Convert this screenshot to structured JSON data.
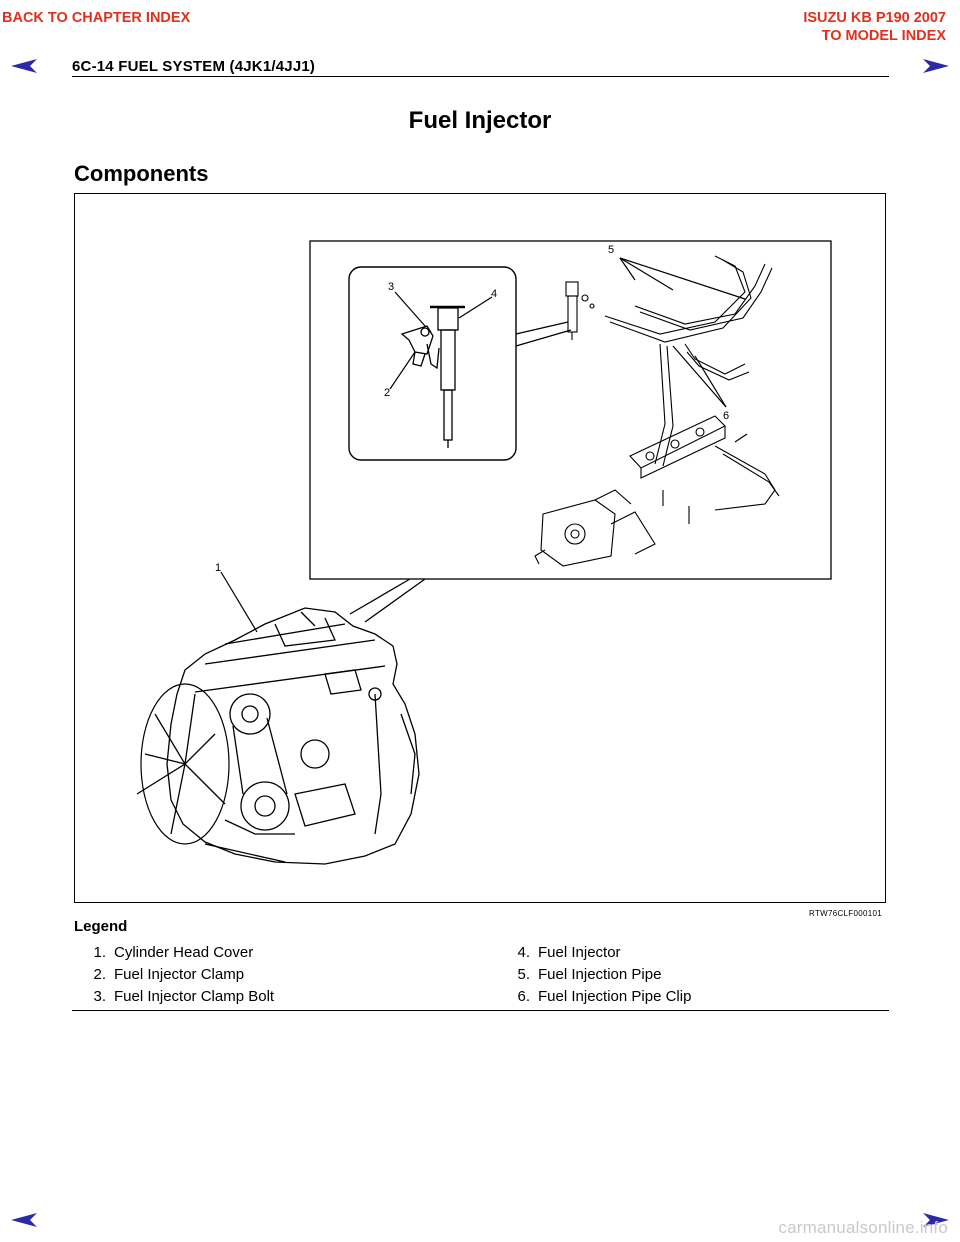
{
  "nav": {
    "back_chapter": "BACK TO CHAPTER INDEX",
    "model_title": "ISUZU KB P190 2007",
    "model_index": "TO MODEL INDEX",
    "prev_icon": "left-arrow-icon",
    "next_icon": "right-arrow-icon",
    "link_color": "#e0301e",
    "arrow_color": "#2a2aa8"
  },
  "header": {
    "text": "6C-14  FUEL SYSTEM (4JK1/4JJ1)"
  },
  "page": {
    "title": "Fuel Injector",
    "section": "Components"
  },
  "figure": {
    "callouts": [
      "1",
      "2",
      "3",
      "4",
      "5",
      "6"
    ],
    "code": "RTW76CLF000101"
  },
  "legend": {
    "title": "Legend",
    "left": [
      {
        "num": "1.",
        "label": "Cylinder Head Cover"
      },
      {
        "num": "2.",
        "label": "Fuel Injector Clamp"
      },
      {
        "num": "3.",
        "label": "Fuel Injector Clamp Bolt"
      }
    ],
    "right": [
      {
        "num": "4.",
        "label": "Fuel Injector"
      },
      {
        "num": "5.",
        "label": "Fuel Injection Pipe"
      },
      {
        "num": "6.",
        "label": "Fuel Injection Pipe Clip"
      }
    ]
  },
  "footer": {
    "watermark": "carmanualsonline.info"
  }
}
